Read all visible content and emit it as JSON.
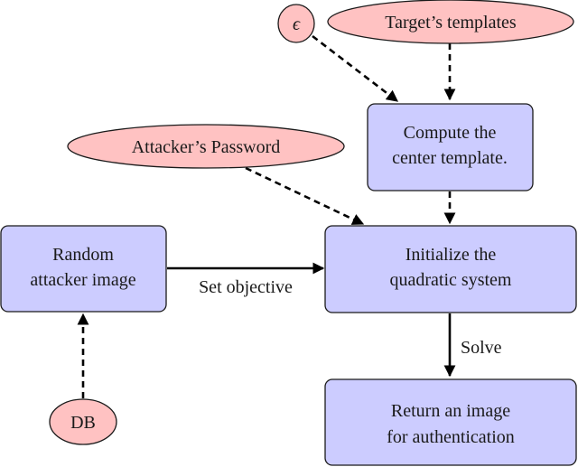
{
  "nodes": {
    "epsilon": {
      "text": "ϵ"
    },
    "targets_templates": {
      "text": "Target’s templates"
    },
    "compute_center": {
      "lines": [
        "Compute the",
        "center template."
      ]
    },
    "attackers_password": {
      "text": "Attacker’s Password"
    },
    "random_image": {
      "lines": [
        "Random",
        "attacker image"
      ]
    },
    "initialize_system": {
      "lines": [
        "Initialize the",
        "quadratic system"
      ]
    },
    "return_image": {
      "lines": [
        "Return an image",
        "for authentication"
      ]
    },
    "db": {
      "text": "DB"
    }
  },
  "edges": {
    "set_objective": {
      "label": "Set objective"
    },
    "solve": {
      "label": "Solve"
    }
  },
  "colors": {
    "box_fill": "#ccccff",
    "ellipse_fill": "#ffc2c2",
    "stroke": "#1a1a1a"
  }
}
